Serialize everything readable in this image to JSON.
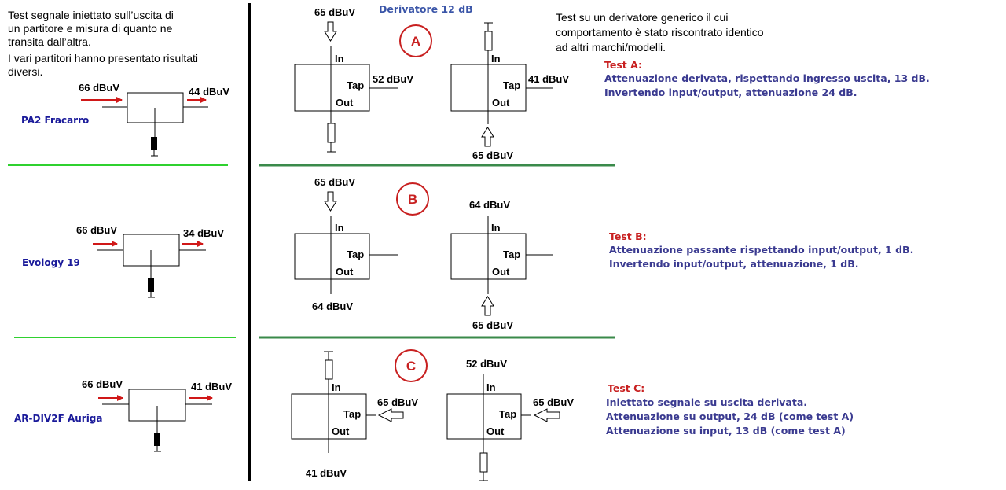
{
  "left_panel": {
    "intro_lines": [
      "Test segnale iniettato sull’uscita di",
      "un partitore e misura di quanto ne",
      "transita dall’altra.",
      "I vari partitori hanno presentato risultati",
      "diversi."
    ],
    "splitters": [
      {
        "name": "PA2 Fracarro",
        "input": "66 dBuV",
        "output": "44 dBuV"
      },
      {
        "name": "Evology 19",
        "input": "66 dBuV",
        "output": "34 dBuV"
      },
      {
        "name": "AR-DIV2F Auriga",
        "input": "66 dBuV",
        "output": "41 dBuV"
      }
    ]
  },
  "tap_header": "Derivatore 12 dB",
  "right_note_lines": [
    "Test su un derivatore generico il cui",
    "comportamento è stato riscontrato identico",
    "ad altri marchi/modelli."
  ],
  "port_labels": {
    "in": "In",
    "tap": "Tap",
    "out": "Out"
  },
  "tests": [
    {
      "letter": "A",
      "left": {
        "in_signal": "65 dBuV",
        "tap_reading": "52 dBuV"
      },
      "right": {
        "out_signal": "65 dBuV",
        "tap_reading": "41 dBuV"
      },
      "title": "Test A:",
      "lines": [
        "Attenuazione derivata, rispettando ingresso uscita, 13 dB.",
        "Invertendo input/output, attenuazione 24 dB."
      ]
    },
    {
      "letter": "B",
      "left": {
        "in_signal": "65 dBuV",
        "out_reading": "64 dBuV"
      },
      "right": {
        "in_reading": "64 dBuV",
        "out_signal": "65 dBuV"
      },
      "title": "Test B:",
      "lines": [
        "Attenuazione passante rispettando input/output, 1 dB.",
        "Invertendo input/output, attenuazione, 1 dB."
      ]
    },
    {
      "letter": "C",
      "left": {
        "tap_signal": "65 dBuV",
        "out_reading": "41 dBuV"
      },
      "right": {
        "in_reading": "52 dBuV",
        "tap_signal": "65 dBuV"
      },
      "title": "Test C:",
      "lines": [
        "Iniettato segnale su uscita derivata.",
        "Attenuazione su output, 24 dB (come test A)",
        "Attenuazione su input, 13 dB (come test A)"
      ]
    }
  ],
  "colors": {
    "separator_green": "#2fd12f",
    "separator_dark_green": "#3a8a4a",
    "arrow_red": "#d01818",
    "circle_red": "#c82020",
    "splitter_name_blue": "#1a1a9a",
    "test_text_blue": "#3a3a90"
  }
}
